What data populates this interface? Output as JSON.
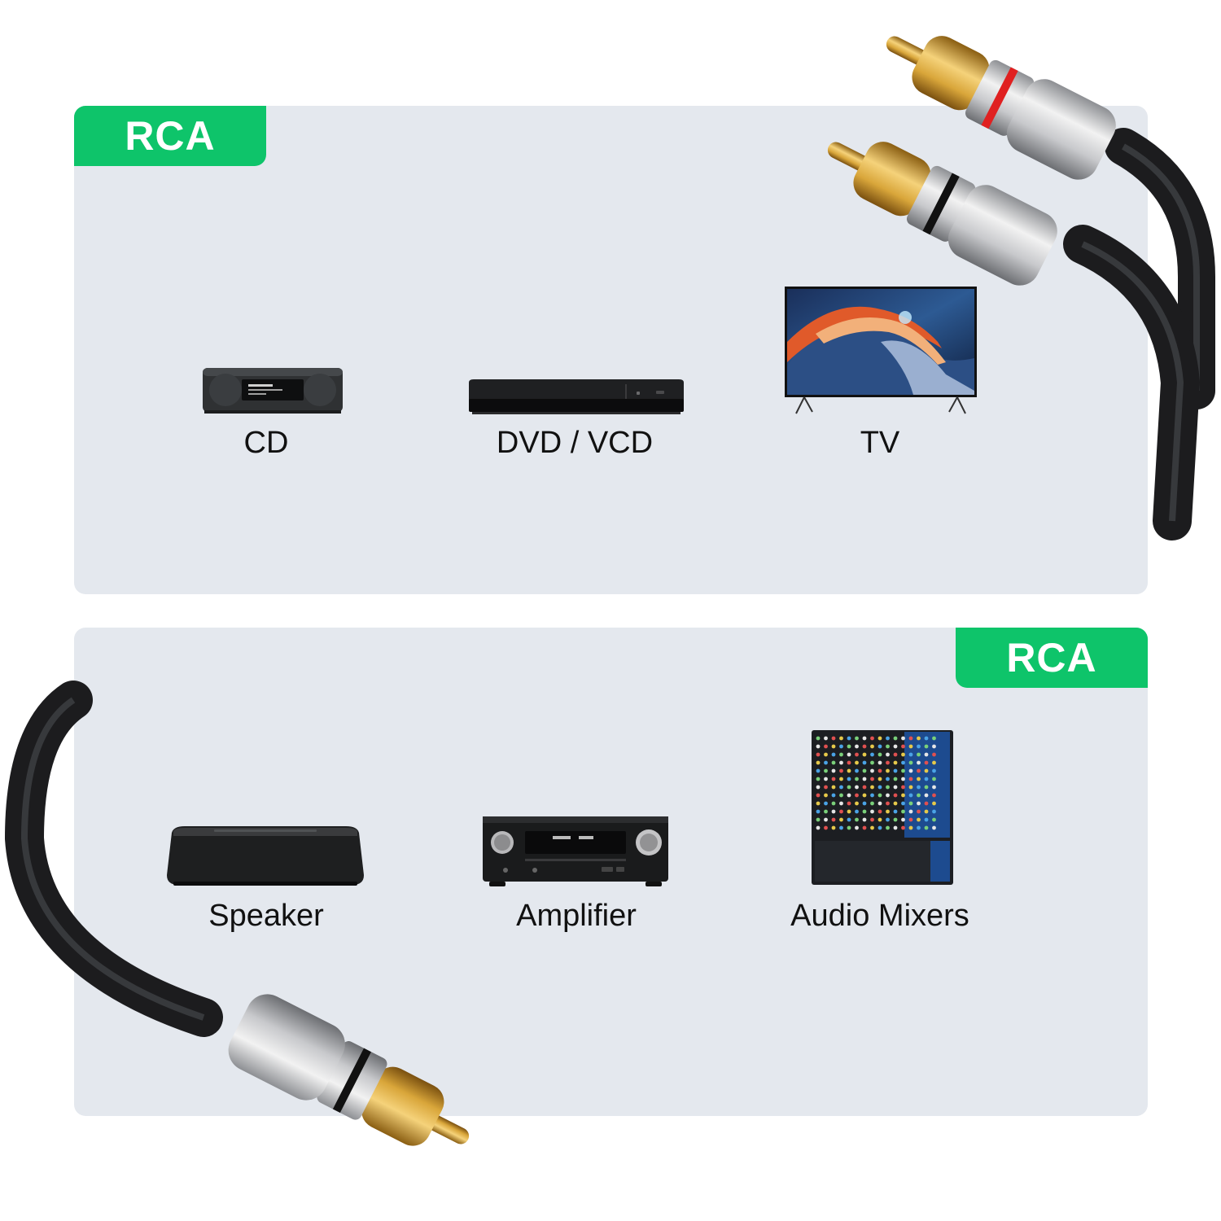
{
  "top_panel": {
    "badge": "RCA",
    "devices": [
      {
        "label": "CD",
        "icon": "cd-player-icon"
      },
      {
        "label": "DVD / VCD",
        "icon": "dvd-player-icon"
      },
      {
        "label": "TV",
        "icon": "tv-icon"
      }
    ]
  },
  "bottom_panel": {
    "badge": "RCA",
    "devices": [
      {
        "label": "Speaker",
        "icon": "speaker-icon"
      },
      {
        "label": "Amplifier",
        "icon": "amplifier-icon"
      },
      {
        "label": "Audio Mixers",
        "icon": "audio-mixer-icon"
      }
    ]
  },
  "colors": {
    "badge_green": "#0ec46a",
    "panel_bg": "#e4e8ee",
    "gold": "#d9a63a",
    "red_ring": "#e02020"
  }
}
